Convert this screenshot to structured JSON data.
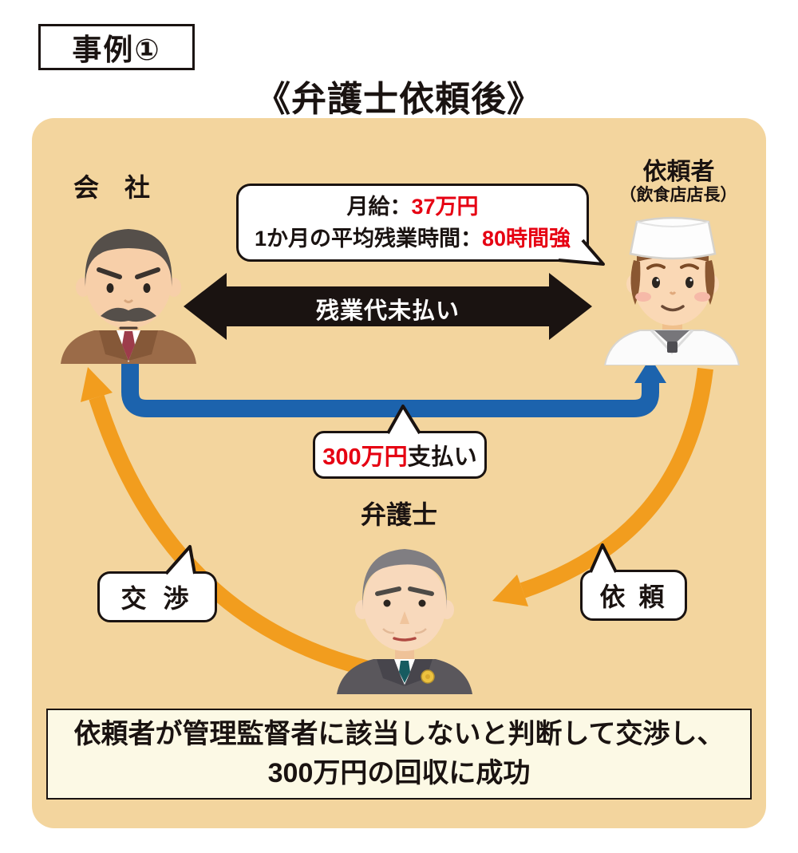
{
  "case_label": "事例①",
  "title": "《弁護士依頼後》",
  "actors": {
    "company": {
      "label": "会　社",
      "icon": "businessman-avatar"
    },
    "client": {
      "label": "依頼者",
      "sublabel": "（飲食店店長）",
      "icon": "chef-avatar"
    },
    "lawyer": {
      "label": "弁護士",
      "icon": "lawyer-avatar"
    }
  },
  "info_bubble": {
    "line1": {
      "prefix": "月給：",
      "value": "37万円"
    },
    "line2": {
      "prefix": "1か月の平均残業時間：",
      "value": "80時間強"
    }
  },
  "arrows": {
    "unpaid": {
      "label": "残業代未払い",
      "color": "#1a1311"
    },
    "payment": {
      "value": "300万円",
      "suffix": "支払い",
      "color": "#1c63ad"
    },
    "negotiation": {
      "label": "交 渉",
      "color": "#f29d1e"
    },
    "request": {
      "label": "依 頼",
      "color": "#f29d1e"
    }
  },
  "summary": {
    "line1": "依頼者が管理監督者に該当しないと判断して交渉し、",
    "line2": "300万円の回収に成功"
  },
  "colors": {
    "page_bg": "#ffffff",
    "panel_bg": "#f3d59e",
    "accent_red": "#e60012",
    "arrow_blue": "#1c63ad",
    "arrow_orange": "#f29d1e",
    "arrow_black": "#1a1311",
    "summary_bg": "#fcf9e5"
  }
}
